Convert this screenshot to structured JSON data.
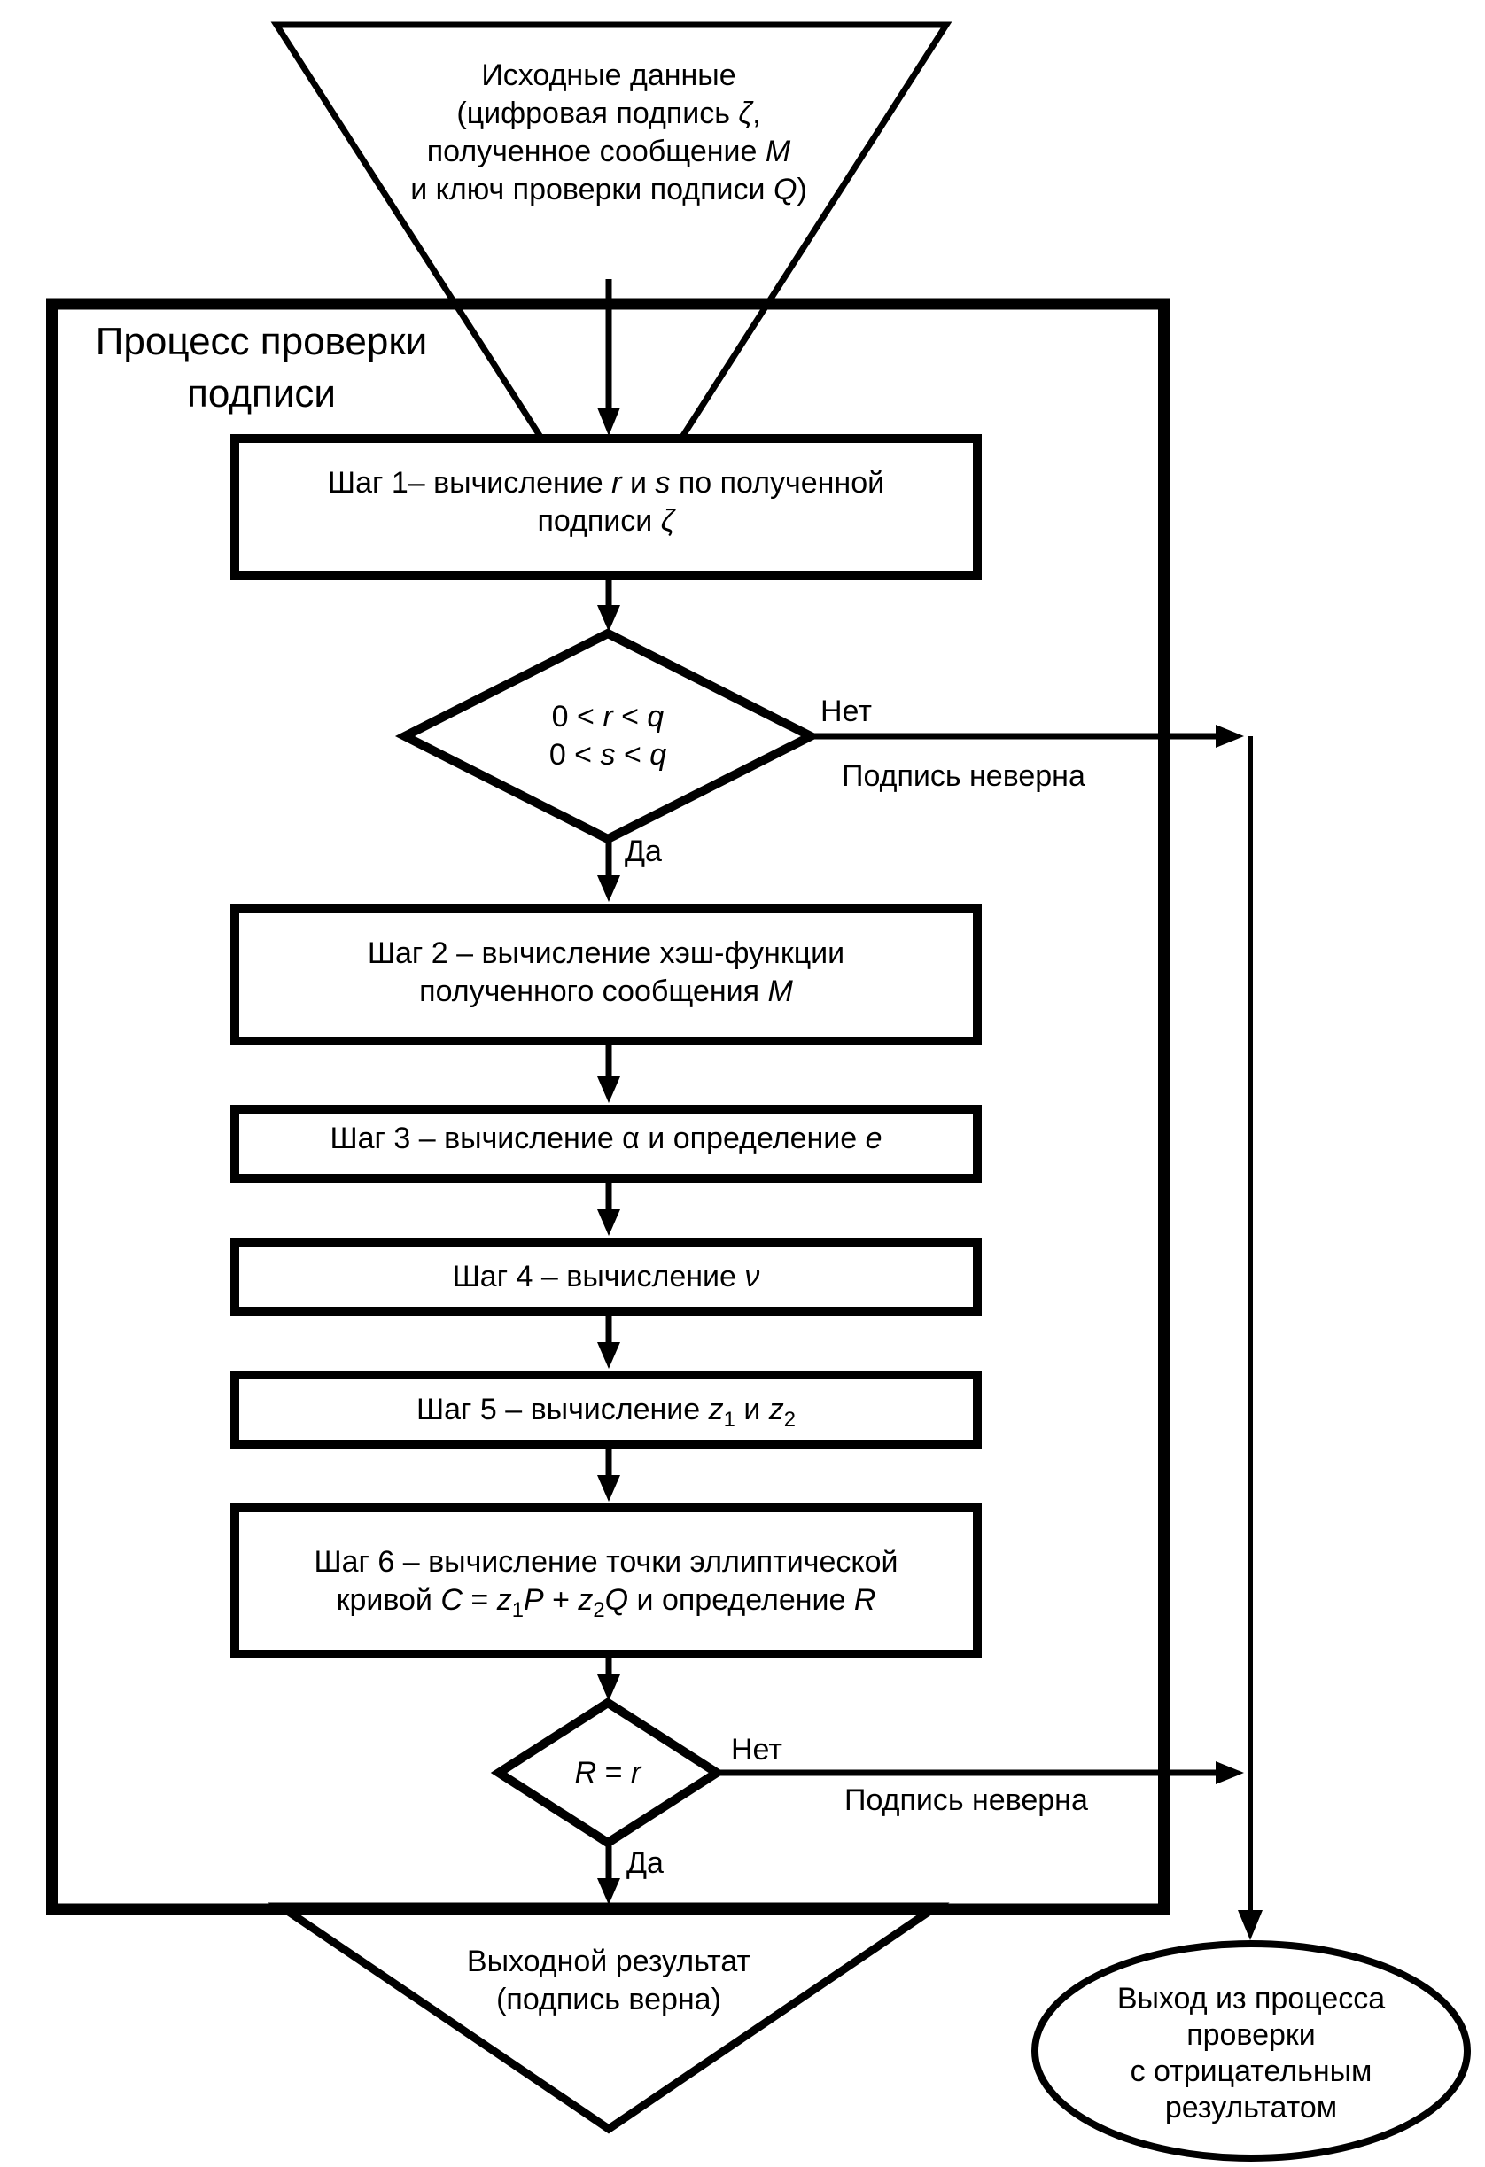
{
  "colors": {
    "ink": "#000000",
    "background": "#ffffff"
  },
  "funnel_input": {
    "text_html": "Исходные данные<br>(цифровая подпись <i>ζ</i>,<br>полученное сообщение <i>M</i><br>и ключ проверки подписи <i>Q</i>)"
  },
  "process_box": {
    "title_html": "Процесс проверки<br>подписи"
  },
  "steps": [
    {
      "id": 1,
      "text_html": "Шаг 1– вычисление <i>r</i> и <i>s</i> по полученной<br>подписи <i>ζ</i>"
    },
    {
      "id": 2,
      "text_html": "Шаг 2 – вычисление хэш-функции<br>полученного сообщения <i>M</i>"
    },
    {
      "id": 3,
      "text_html": "Шаг 3 – вычисление α и определение <i>e</i>"
    },
    {
      "id": 4,
      "text_html": "Шаг 4 – вычисление <i>ν</i>"
    },
    {
      "id": 5,
      "text_html": "Шаг 5 – вычисление <i>z</i><sub>1</sub> и <i>z</i><sub>2</sub>"
    },
    {
      "id": 6,
      "text_html": "Шаг 6 – вычисление точки эллиптической<br>кривой <i>C</i> = <i>z</i><sub>1</sub><i>P</i> + <i>z</i><sub>2</sub><i>Q</i> и определение <i>R</i>"
    }
  ],
  "decisions": [
    {
      "condition_html": "0 &lt; <i>r</i> &lt; <i>q</i><br>0 &lt; <i>s</i> &lt; <i>q</i>",
      "yes_label": "Да",
      "no_label": "Нет",
      "no_result_label": "Подпись неверна"
    },
    {
      "condition_html": "<i>R</i> = <i>r</i>",
      "yes_label": "Да",
      "no_label": "Нет",
      "no_result_label": "Подпись неверна"
    }
  ],
  "output_triangle": {
    "text_html": "Выходной результат<br>(подпись верна)"
  },
  "exit_ellipse": {
    "text_html": "Выход из процесса<br>проверки<br>с отрицательным<br>результатом"
  }
}
